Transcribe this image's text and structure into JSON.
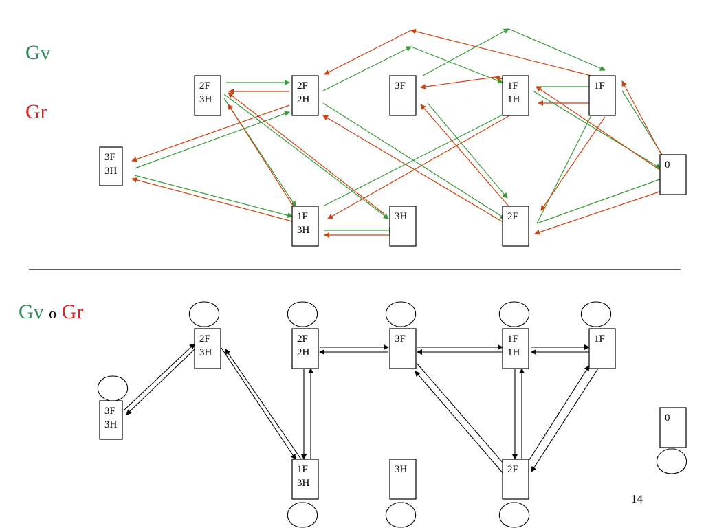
{
  "labels": {
    "gv": "Gv",
    "gr": "Gr",
    "compose_gv": "Gv",
    "compose_op": "o",
    "compose_gr": "Gr",
    "page_number": "14"
  },
  "colors": {
    "gv": "#2e8b57",
    "gr": "#dd2222",
    "gv_arrow": "#3a9a3a",
    "gr_arrow": "#cc4411",
    "black": "#000000"
  },
  "top_graph": {
    "nodes": [
      {
        "id": "t_3f3h",
        "lines": [
          "3F",
          "3H"
        ]
      },
      {
        "id": "t_2f3h",
        "lines": [
          "2F",
          "3H"
        ]
      },
      {
        "id": "t_2f2h",
        "lines": [
          "2F",
          "2H"
        ]
      },
      {
        "id": "t_1f3h",
        "lines": [
          "1F",
          "3H"
        ]
      },
      {
        "id": "t_3h",
        "lines": [
          "3H"
        ]
      },
      {
        "id": "t_3f",
        "lines": [
          "3F"
        ]
      },
      {
        "id": "t_1f1h",
        "lines": [
          "1F",
          "1H"
        ]
      },
      {
        "id": "t_2f",
        "lines": [
          "2F"
        ]
      },
      {
        "id": "t_1f",
        "lines": [
          "1F"
        ]
      },
      {
        "id": "t_0",
        "lines": [
          "0"
        ]
      }
    ]
  },
  "bottom_graph": {
    "nodes": [
      {
        "id": "b_3f3h",
        "lines": [
          "3F",
          "3H"
        ]
      },
      {
        "id": "b_2f3h",
        "lines": [
          "2F",
          "3H"
        ]
      },
      {
        "id": "b_2f2h",
        "lines": [
          "2F",
          "2H"
        ]
      },
      {
        "id": "b_1f3h",
        "lines": [
          "1F",
          "3H"
        ]
      },
      {
        "id": "b_3h",
        "lines": [
          "3H"
        ]
      },
      {
        "id": "b_3f",
        "lines": [
          "3F"
        ]
      },
      {
        "id": "b_1f1h",
        "lines": [
          "1F",
          "1H"
        ]
      },
      {
        "id": "b_2f",
        "lines": [
          "2F"
        ]
      },
      {
        "id": "b_1f",
        "lines": [
          "1F"
        ]
      },
      {
        "id": "b_0",
        "lines": [
          "0"
        ]
      }
    ]
  }
}
